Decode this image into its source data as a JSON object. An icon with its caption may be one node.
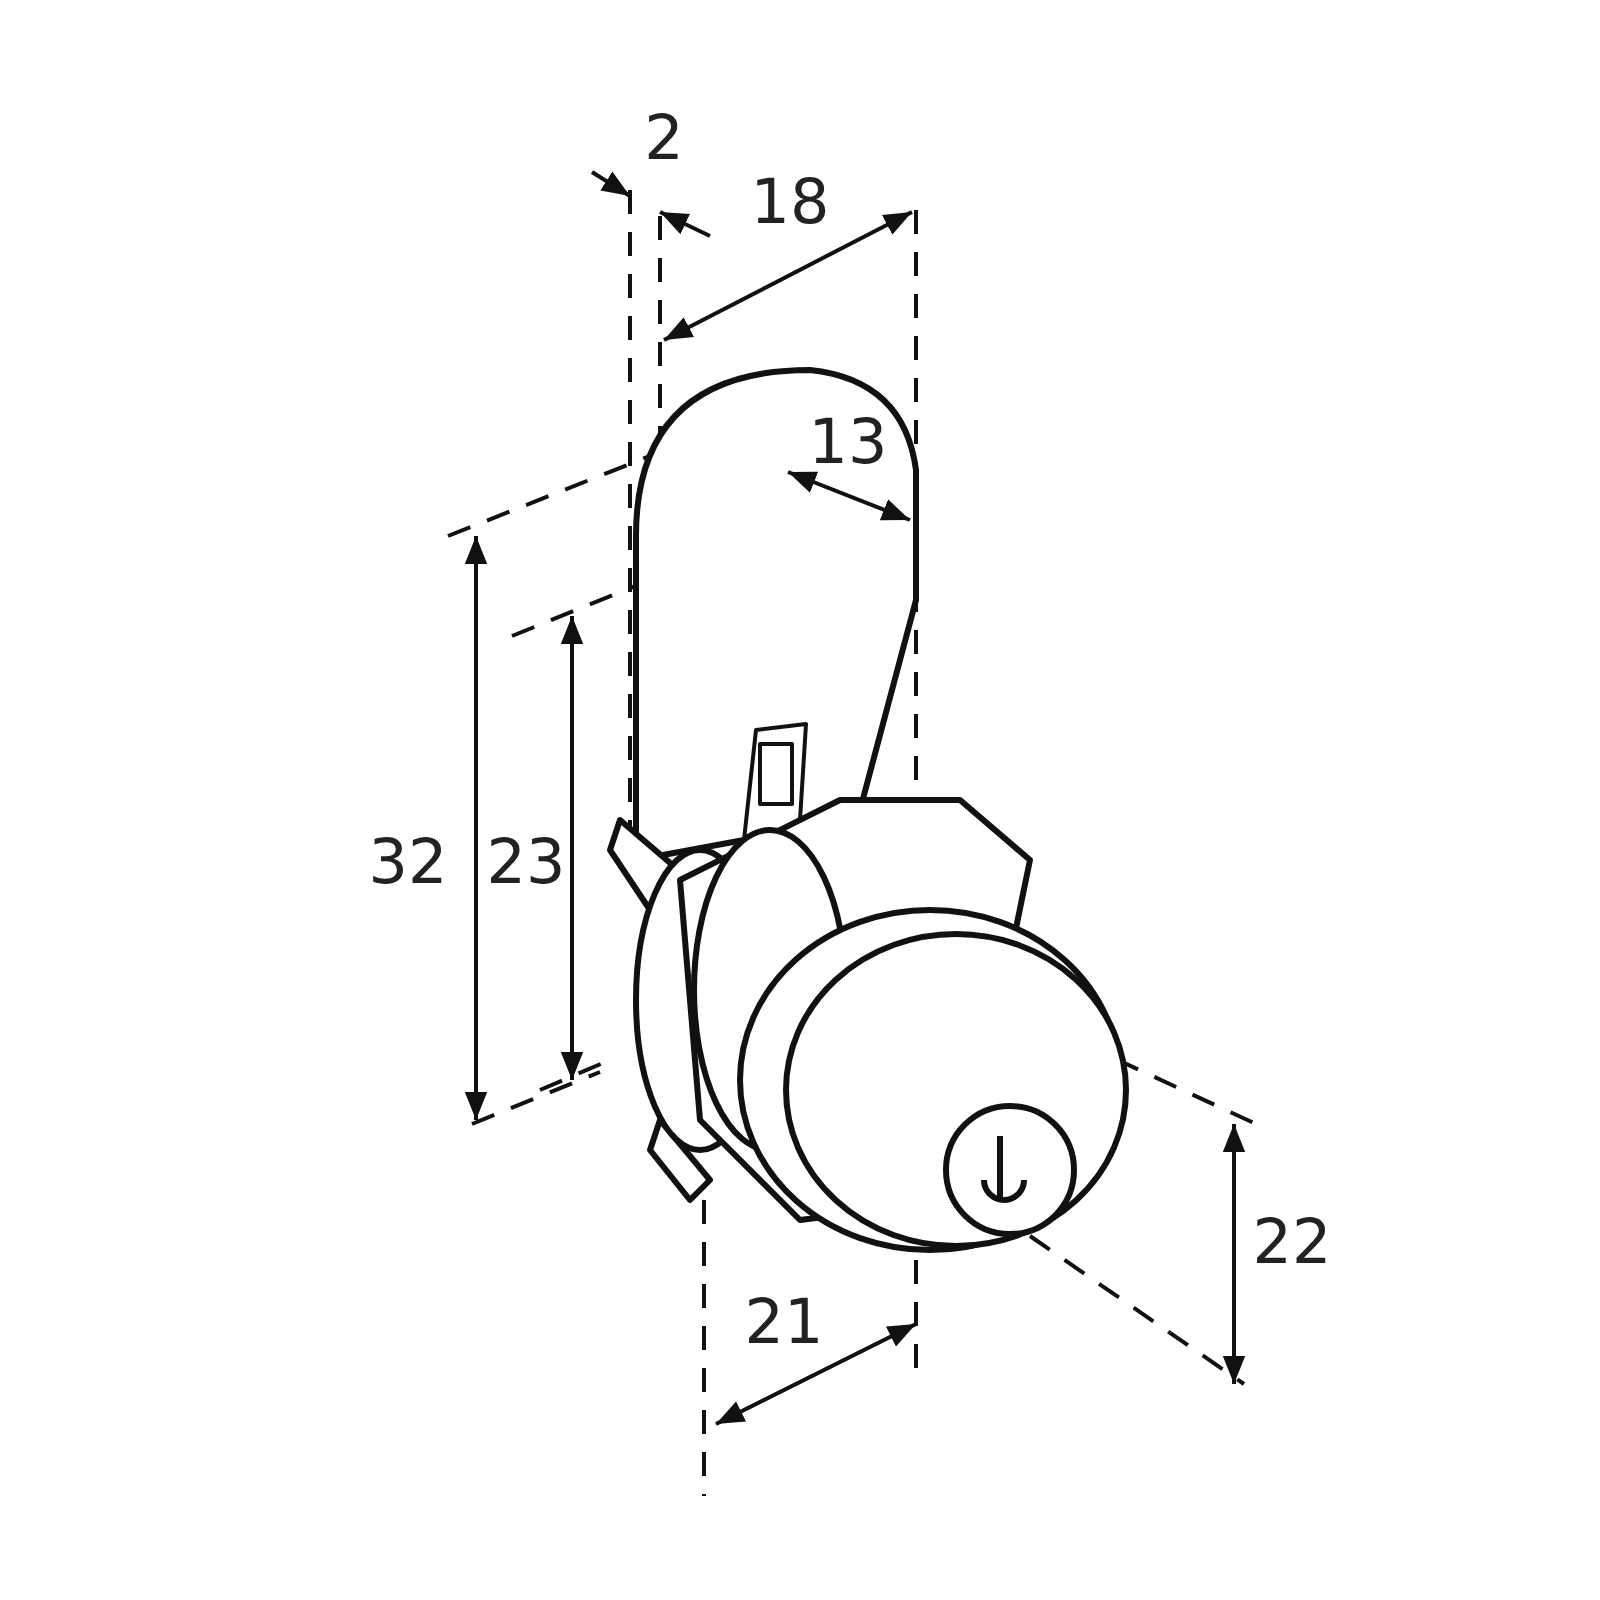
{
  "diagram": {
    "labels": [
      "2",
      "18",
      "13",
      "32",
      "23",
      "22",
      "21"
    ]
  }
}
